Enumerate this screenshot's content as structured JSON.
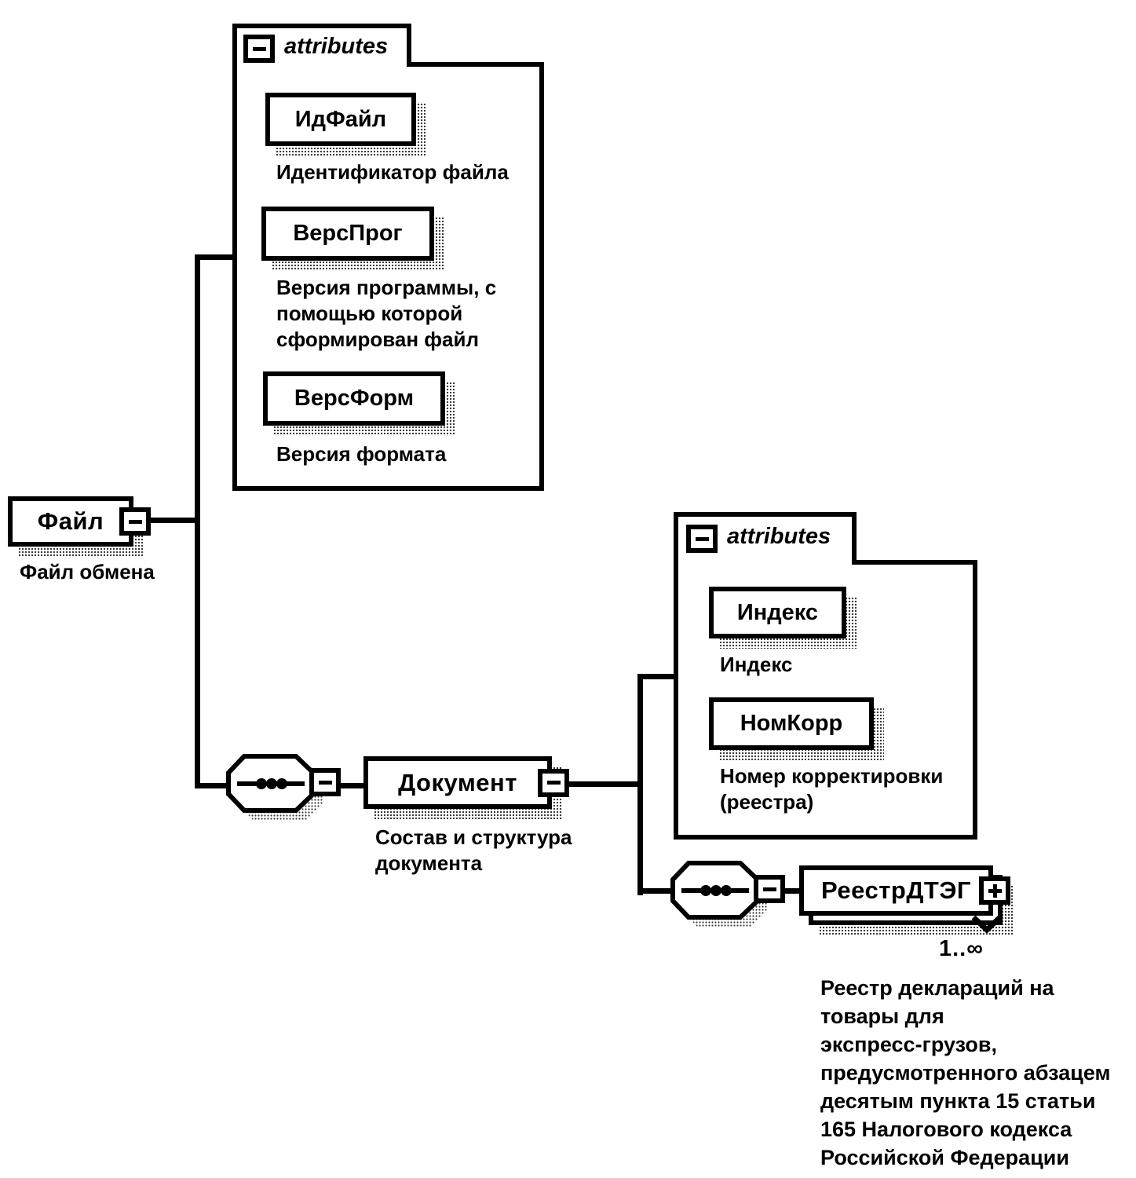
{
  "diagram": {
    "attributes_label": "attributes",
    "file": {
      "name": "Файл",
      "desc": "Файл обмена"
    },
    "file_attributes": [
      {
        "name": "ИдФайл",
        "desc": "Идентификатор файла"
      },
      {
        "name": "ВерсПрог",
        "desc": "Версия программы, с\nпомощью которой\nсформирован файл"
      },
      {
        "name": "ВерсФорм",
        "desc": "Версия формата"
      }
    ],
    "document": {
      "name": "Документ",
      "desc": "Состав и структура\nдокумента"
    },
    "document_attributes": [
      {
        "name": "Индекс",
        "desc": "Индекс"
      },
      {
        "name": "НомКорр",
        "desc": "Номер корректировки\n(реестра)"
      }
    ],
    "registry": {
      "name": "РеестрДТЭГ",
      "cardinality": "1..∞",
      "desc": "Реестр деклараций на\nтовары для\nэкспресс-грузов,\nпредусмотренного абзацем\nдесятым пункта 15 статьи\n165 Налогового кодекса\nРоссийской Федерации"
    }
  }
}
